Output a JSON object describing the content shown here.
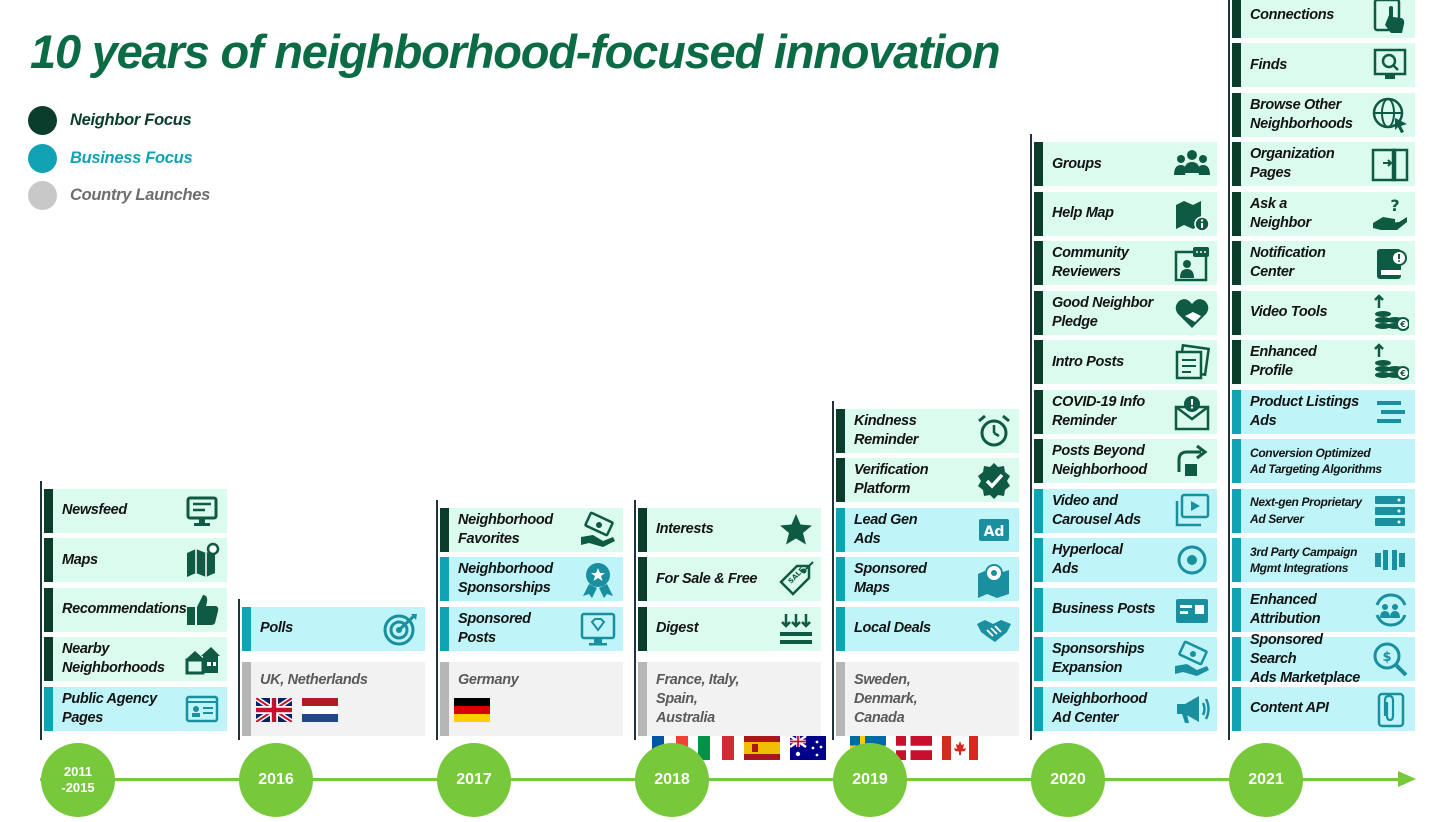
{
  "title": "10 years of neighborhood-focused innovation",
  "colors": {
    "title": "#0b6b45",
    "neighbor": "#0a3d2b",
    "business": "#11a3b4",
    "country": "#c8c8c8",
    "timeline": "#77c83a"
  },
  "legend": [
    {
      "label": "Neighbor Focus",
      "category": "neighbor",
      "text_color": "#0a3d2b"
    },
    {
      "label": "Business Focus",
      "category": "business",
      "text_color": "#11a3b4"
    },
    {
      "label": "Country Launches",
      "category": "country",
      "text_color": "#6e6e6e"
    }
  ],
  "years": [
    {
      "label": "2011\n-2015",
      "items": [
        {
          "label": "Newsfeed",
          "category": "neighbor",
          "icon": "monitor-icon"
        },
        {
          "label": "Maps",
          "category": "neighbor",
          "icon": "map-pin-icon"
        },
        {
          "label": "Recommendations",
          "category": "neighbor",
          "icon": "thumbs-up-icon"
        },
        {
          "label": "Nearby\nNeighborhoods",
          "category": "neighbor",
          "icon": "houses-icon"
        },
        {
          "label": "Public Agency\nPages",
          "category": "business",
          "icon": "id-card-icon"
        }
      ]
    },
    {
      "label": "2016",
      "items": [
        {
          "label": "Polls",
          "category": "business",
          "icon": "target-icon"
        },
        {
          "label": "UK, Netherlands",
          "category": "country",
          "flags": [
            "uk-flag-icon",
            "netherlands-flag-icon"
          ]
        }
      ]
    },
    {
      "label": "2017",
      "items": [
        {
          "label": "Neighborhood\nFavorites",
          "category": "neighbor",
          "icon": "money-hand-icon"
        },
        {
          "label": "Neighborhood\nSponsorships",
          "category": "business",
          "icon": "award-ribbon-icon"
        },
        {
          "label": "Sponsored\nPosts",
          "category": "business",
          "icon": "diamond-monitor-icon"
        },
        {
          "label": "Germany",
          "category": "country",
          "flags": [
            "germany-flag-icon"
          ]
        }
      ]
    },
    {
      "label": "2018",
      "items": [
        {
          "label": "Interests",
          "category": "neighbor",
          "icon": "star-icon"
        },
        {
          "label": "For Sale & Free",
          "category": "neighbor",
          "icon": "sale-tag-icon"
        },
        {
          "label": "Digest",
          "category": "neighbor",
          "icon": "download-arrows-icon"
        },
        {
          "label": "France, Italy, Spain,\nAustralia",
          "category": "country",
          "flags": [
            "france-flag-icon",
            "italy-flag-icon",
            "spain-flag-icon",
            "australia-flag-icon"
          ]
        }
      ]
    },
    {
      "label": "2019",
      "items": [
        {
          "label": "Kindness\nReminder",
          "category": "neighbor",
          "icon": "alarm-clock-icon"
        },
        {
          "label": "Verification\nPlatform",
          "category": "neighbor",
          "icon": "verified-badge-icon"
        },
        {
          "label": "Lead Gen\nAds",
          "category": "business",
          "icon": "ad-badge-icon"
        },
        {
          "label": "Sponsored\nMaps",
          "category": "business",
          "icon": "map-marker-icon"
        },
        {
          "label": "Local Deals",
          "category": "business",
          "icon": "handshake-icon"
        },
        {
          "label": "Sweden, Denmark,\nCanada",
          "category": "country",
          "flags": [
            "sweden-flag-icon",
            "denmark-flag-icon",
            "canada-flag-icon"
          ]
        }
      ]
    },
    {
      "label": "2020",
      "items": [
        {
          "label": "Groups",
          "category": "neighbor",
          "icon": "group-icon"
        },
        {
          "label": "Help Map",
          "category": "neighbor",
          "icon": "help-map-icon"
        },
        {
          "label": "Community\nReviewers",
          "category": "neighbor",
          "icon": "reviewer-icon"
        },
        {
          "label": "Good Neighbor\nPledge",
          "category": "neighbor",
          "icon": "heart-hand-icon"
        },
        {
          "label": "Intro Posts",
          "category": "neighbor",
          "icon": "notes-icon"
        },
        {
          "label": "COVID-19 Info\nReminder",
          "category": "neighbor",
          "icon": "mail-alert-icon"
        },
        {
          "label": "Posts Beyond\nNeighborhood",
          "category": "neighbor",
          "icon": "share-arrow-icon"
        },
        {
          "label": "Video and\nCarousel  Ads",
          "category": "business",
          "icon": "video-stack-icon"
        },
        {
          "label": "Hyperlocal\nAds",
          "category": "business",
          "icon": "radio-target-icon"
        },
        {
          "label": "Business Posts",
          "category": "business",
          "icon": "business-card-icon"
        },
        {
          "label": "Sponsorships\nExpansion",
          "category": "business",
          "icon": "money-hand-icon"
        },
        {
          "label": "Neighborhood\nAd Center",
          "category": "business",
          "icon": "megaphone-icon"
        }
      ]
    },
    {
      "label": "2021",
      "items": [
        {
          "label": "Connections",
          "category": "neighbor",
          "icon": "tablet-touch-icon"
        },
        {
          "label": "Finds",
          "category": "neighbor",
          "icon": "search-screen-icon"
        },
        {
          "label": "Browse Other\nNeighborhoods",
          "category": "neighbor",
          "icon": "globe-cursor-icon"
        },
        {
          "label": "Organization\nPages",
          "category": "neighbor",
          "icon": "devices-icon"
        },
        {
          "label": "Ask a\nNeighbor",
          "category": "neighbor",
          "icon": "question-hand-icon"
        },
        {
          "label": "Notification\nCenter",
          "category": "neighbor",
          "icon": "notification-book-icon"
        },
        {
          "label": "Video Tools",
          "category": "neighbor",
          "icon": "coin-stack-icon"
        },
        {
          "label": "Enhanced\nProfile",
          "category": "neighbor",
          "icon": "coin-stack-icon"
        },
        {
          "label": "Product Listings\nAds",
          "category": "business",
          "icon": "list-lines-icon"
        },
        {
          "label": "Conversion Optimized\nAd Targeting Algorithms",
          "category": "business",
          "icon": "",
          "small": true
        },
        {
          "label": "Next-gen Proprietary\nAd Server",
          "category": "business",
          "icon": "server-icon",
          "small": true
        },
        {
          "label": "3rd Party Campaign\nMgmt Integrations",
          "category": "business",
          "icon": "integration-icon",
          "small": true
        },
        {
          "label": "Enhanced\nAttribution",
          "category": "business",
          "icon": "people-cycle-icon"
        },
        {
          "label": "Sponsored Search\nAds Marketplace",
          "category": "business",
          "icon": "search-coin-icon"
        },
        {
          "label": "Content API",
          "category": "business",
          "icon": "paperclip-doc-icon"
        }
      ]
    }
  ]
}
